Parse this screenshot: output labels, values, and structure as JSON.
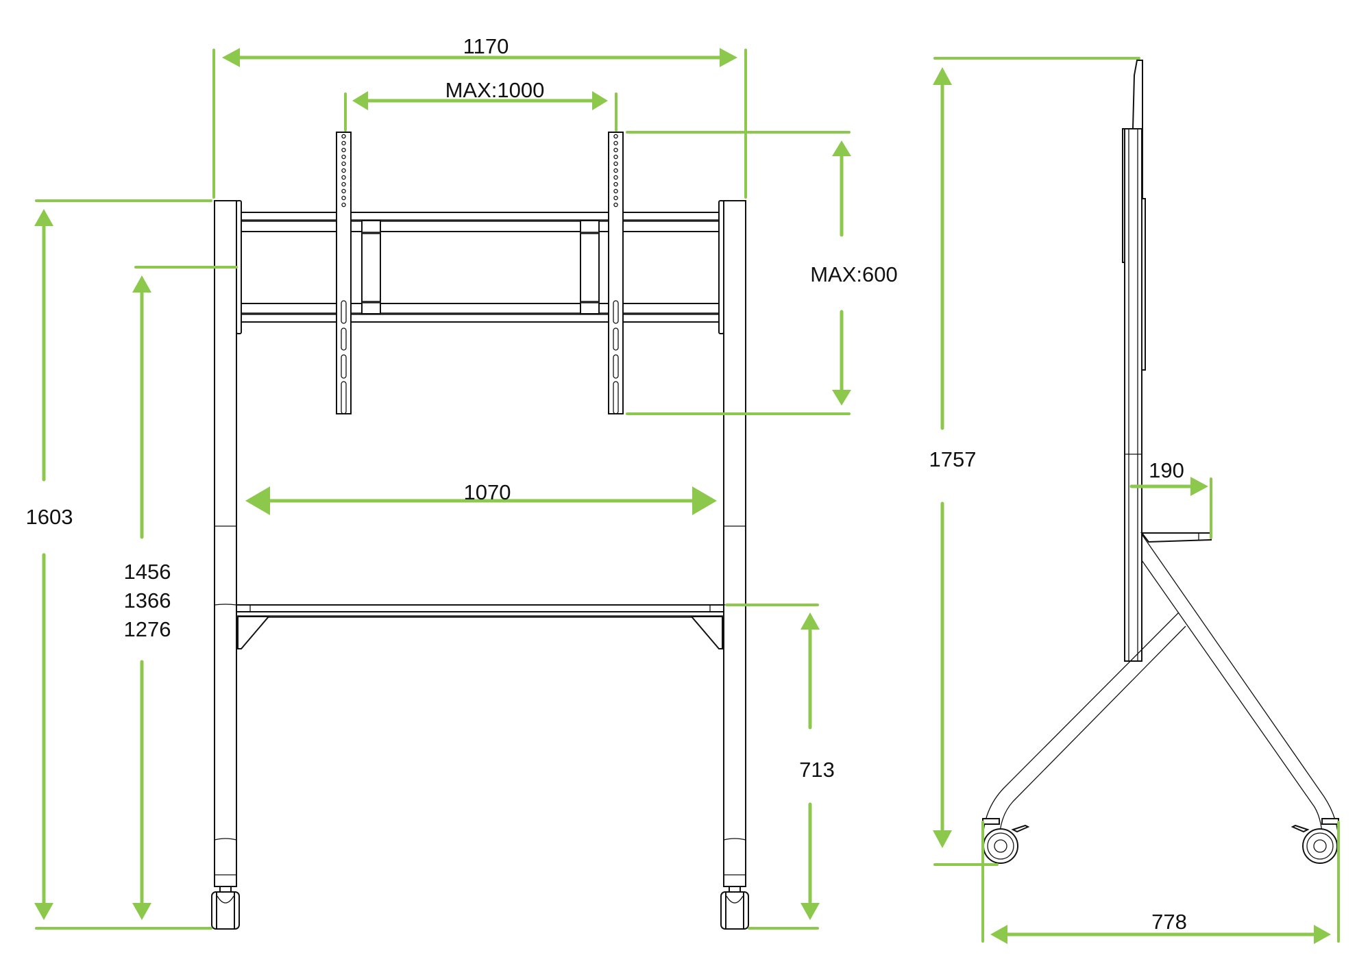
{
  "diagram": {
    "type": "technical-dimension-drawing",
    "subject": "Mobile TV cart / display stand",
    "accent_color": "#8cc84b",
    "line_color": "#111111",
    "units": "mm",
    "front_view": {
      "overall_width": "1170",
      "vesa_max_width": "MAX:1000",
      "vesa_max_height": "MAX:600",
      "inner_width": "1070",
      "overall_height": "1603",
      "mount_heights": [
        "1456",
        "1366",
        "1276"
      ],
      "shelf_height": "713"
    },
    "side_view": {
      "overall_height": "1757",
      "shelf_depth": "190",
      "base_depth": "778"
    }
  }
}
